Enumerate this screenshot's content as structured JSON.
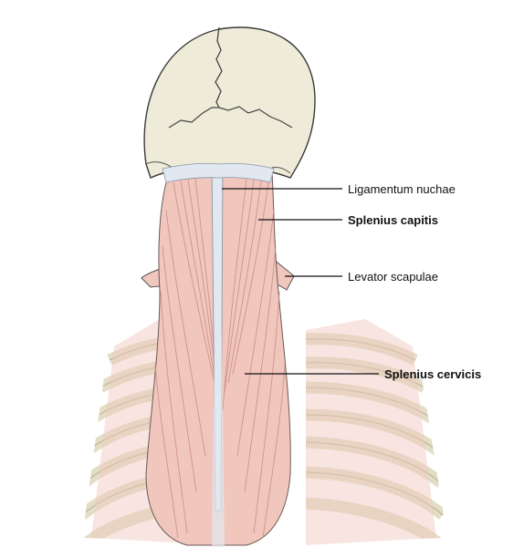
{
  "labels": {
    "ligamentum_nuchae": "Ligamentum nuchae",
    "splenius_capitis": "Splenius capitis",
    "levator_scapulae": "Levator scapulae",
    "splenius_cervicis": "Splenius cervicis"
  },
  "colors": {
    "bone": "#eeebd9",
    "bone_outline": "#3a3a3a",
    "muscle": "#f1c6bd",
    "muscle_fiber": "#c98f86",
    "tendon": "#e2e8ef",
    "leader_line": "#111111"
  }
}
